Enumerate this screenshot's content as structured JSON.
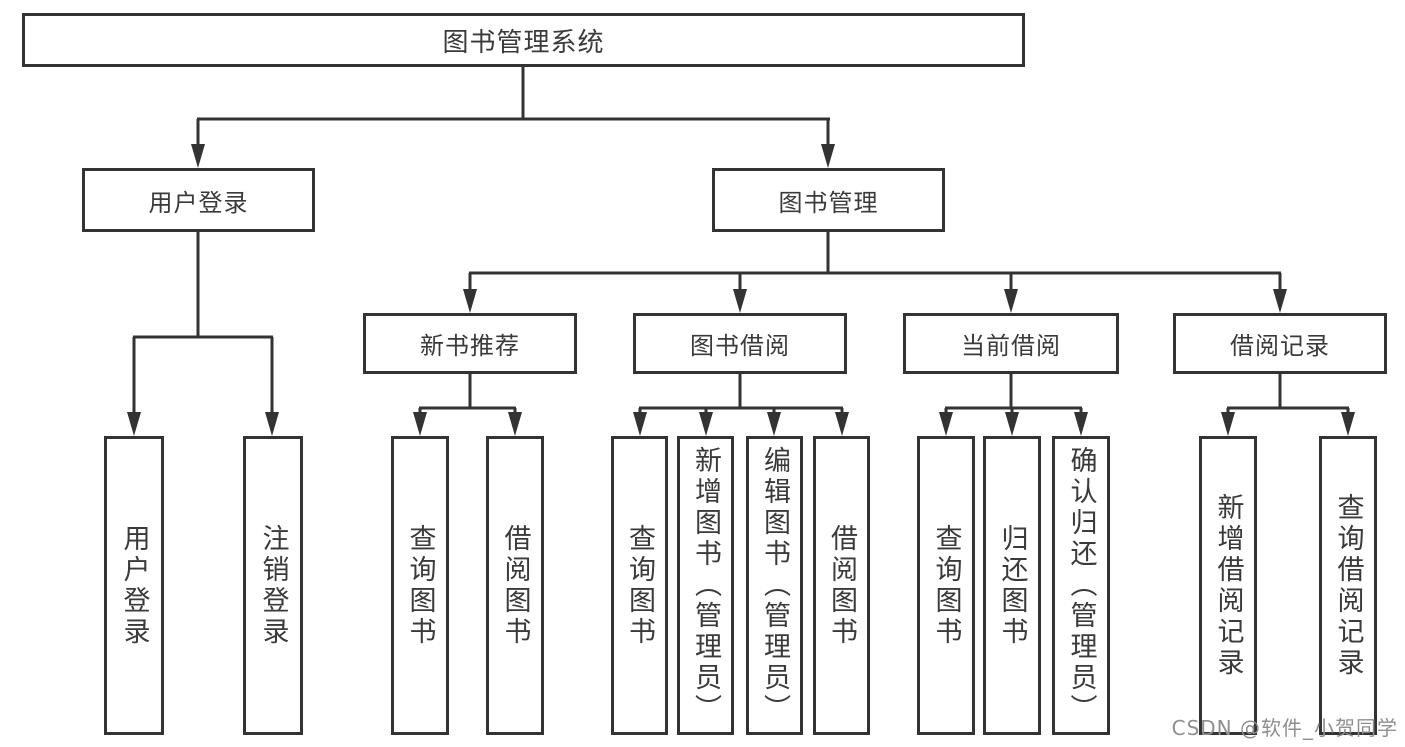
{
  "tree": {
    "label": "图书管理系统",
    "children": [
      {
        "label": "用户登录",
        "children": [
          {
            "label": "用户登录"
          },
          {
            "label": "注销登录"
          }
        ]
      },
      {
        "label": "图书管理",
        "children": [
          {
            "label": "新书推荐",
            "children": [
              {
                "label": "查询图书"
              },
              {
                "label": "借阅图书"
              }
            ]
          },
          {
            "label": "图书借阅",
            "children": [
              {
                "label": "查询图书"
              },
              {
                "label": "新增图书（管理员）"
              },
              {
                "label": "编辑图书（管理员）"
              },
              {
                "label": "借阅图书"
              }
            ]
          },
          {
            "label": "当前借阅",
            "children": [
              {
                "label": "查询图书"
              },
              {
                "label": "归还图书"
              },
              {
                "label": "确认归还（管理员）"
              }
            ]
          },
          {
            "label": "借阅记录",
            "children": [
              {
                "label": "新增借阅记录"
              },
              {
                "label": "查询借阅记录"
              }
            ]
          }
        ]
      }
    ]
  },
  "watermark": {
    "text": "CSDN @软件_小贺同学"
  },
  "colors": {
    "line": "#333333",
    "box_border": "#333333",
    "text": "#3a3a3a",
    "background": "#ffffff",
    "watermark": "#8f8f8f"
  }
}
